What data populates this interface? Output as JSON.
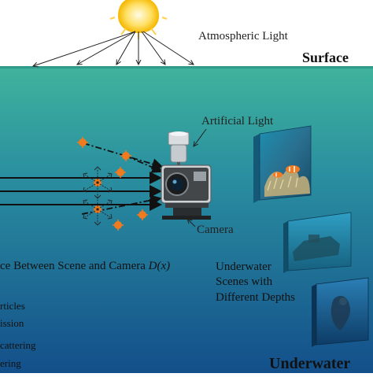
{
  "labels": {
    "atmospheric_light": "Atmospheric Light",
    "surface": "Surface",
    "artificial_light": "Artificial Light",
    "camera": "Camera",
    "distance": "ce Between Scene and Camera",
    "distance_symbol": "D(x)",
    "underwater_scenes": [
      "Underwater",
      "Scenes with",
      "Different Depths"
    ],
    "underwater": "Underwater",
    "legend": [
      "rticles",
      "ission",
      "cattering",
      "ering"
    ]
  },
  "colors": {
    "sky": "#ffffff",
    "water_top": "#3fb39c",
    "water_bottom": "#134f8a",
    "particle": "#f07a1e",
    "arrow": "#111111"
  },
  "icons": [
    "sun-icon",
    "flashlight-icon",
    "action-camera-icon",
    "particle-icon"
  ]
}
